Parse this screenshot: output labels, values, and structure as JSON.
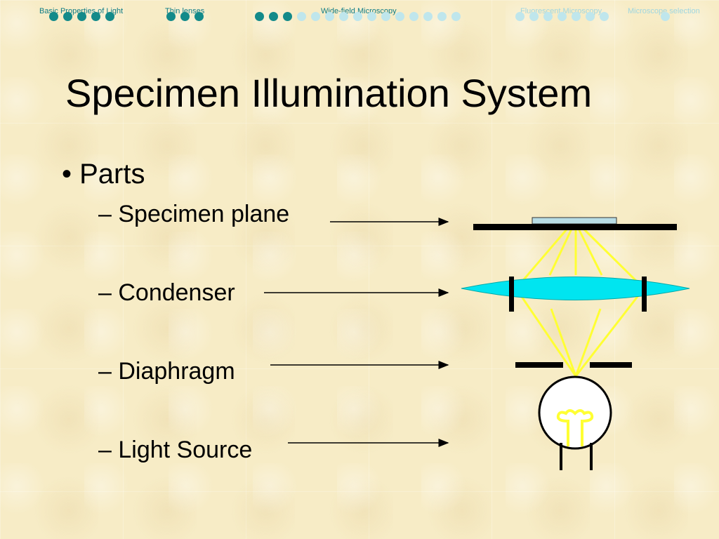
{
  "nav": {
    "sections": [
      {
        "label": "Basic Properties of Light",
        "state": "active",
        "dots": [
          "filled",
          "filled",
          "filled",
          "filled",
          "filled"
        ]
      },
      {
        "label": "Thin lenses",
        "state": "active",
        "dots": [
          "filled",
          "filled",
          "filled"
        ]
      },
      {
        "label": "Wide-field Microscopy",
        "state": "active",
        "dots": [
          "filled",
          "filled",
          "filled",
          "light",
          "light",
          "light",
          "light",
          "light",
          "light",
          "light",
          "light",
          "light",
          "light",
          "light",
          "light"
        ]
      },
      {
        "label": "Fluorescent Microscopy",
        "state": "inactive",
        "dots": [
          "light",
          "light",
          "light",
          "light",
          "light",
          "light",
          "light"
        ]
      },
      {
        "label": "Microscope selection",
        "state": "inactive",
        "dots": [
          "light"
        ]
      }
    ]
  },
  "slide": {
    "title": "Specimen Illumination System",
    "bullet": "Parts",
    "sub_items": [
      "– Specimen plane",
      "– Condenser",
      "– Diaphragm",
      "– Light Source"
    ]
  },
  "colors": {
    "background": "#f7ecc6",
    "nav_active": "#0e7c86",
    "nav_inactive": "#9fd6e0",
    "dot_filled": "#138a8a",
    "dot_light": "#bfe6ec",
    "light_rays": "#ffff33",
    "lens_fill": "#00e5f0",
    "slide_glass": "#b8dde6"
  }
}
